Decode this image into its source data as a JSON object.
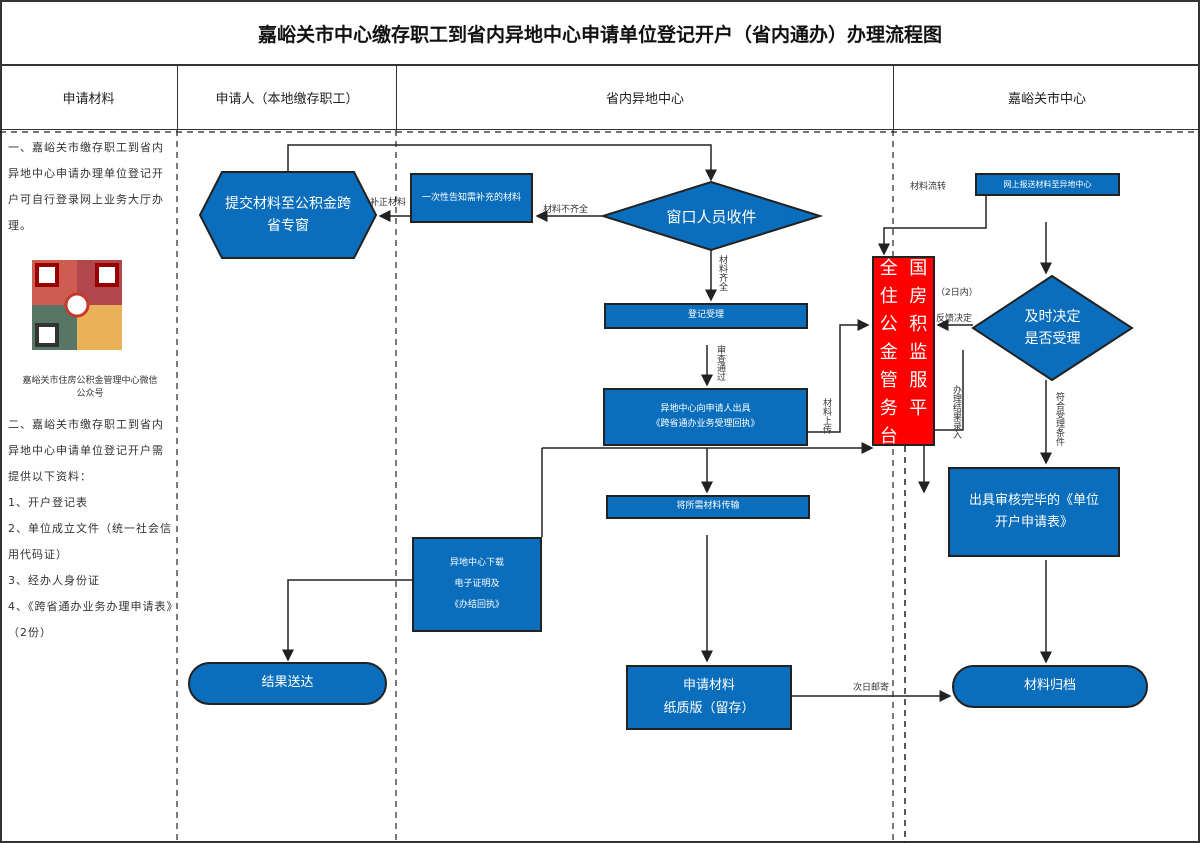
{
  "title": "嘉峪关市中心缴存职工到省内异地中心申请单位登记开户（省内通办）办理流程图",
  "columns": [
    "申请材料",
    "申请人（本地缴存职工）",
    "省内异地中心",
    "嘉峪关市中心"
  ],
  "materials": {
    "intro": "一、嘉峪关市缴存职工到省内异地中心申请办理单位登记开户可自行登录网上业务大厅办理。",
    "qr_caption": "嘉峪关市住房公积金管理中心微信公众号",
    "list_title": "二、嘉峪关市缴存职工到省内异地中心申请单位登记开户需提供以下资料：",
    "items": [
      "1、开户登记表",
      "2、单位成立文件（统一社会信用代码证）",
      "3、经办人身份证",
      "4、《跨省通办业务办理申请表》（2份）"
    ]
  },
  "nodes": {
    "submit": "提交材料至公积金跨省专窗",
    "notify": "一次性告知需补充的材料",
    "receive": "窗口人员收件",
    "register": "登记受理",
    "receipt_1": "异地中心向申请人出具",
    "receipt_2": "《跨省通办业务受理回执》",
    "transfer": "将所需材料传输",
    "download_1": "异地中心下载",
    "download_2": "电子证明及",
    "download_3": "《办结回执》",
    "deliver": "结果送达",
    "paper_1": "申请材料",
    "paper_2": "纸质版（留存）",
    "platform_chars": [
      "全",
      "国",
      "住",
      "房",
      "公",
      "积",
      "金",
      "监",
      "管",
      "服",
      "务",
      "平",
      "台"
    ],
    "online": "网上报送材料至异地中心",
    "decide_1": "及时决定",
    "decide_2": "是否受理",
    "form": "出具审核完毕的《单位开户申请表》",
    "archive": "材料归档"
  },
  "edge_labels": {
    "supplement": "补正材料",
    "incomplete": "材料不齐全",
    "complete": "材料齐全",
    "approved": "审查通过",
    "upload": "材料上传",
    "within": "（2日内）",
    "feedback": "反馈决定",
    "result_entry": "办理结果录入",
    "eligible": "符合受理条件",
    "flow": "材料流转",
    "mail": "次日邮寄"
  },
  "colors": {
    "node": "#0a6ebd",
    "platform": "#ff0000"
  }
}
